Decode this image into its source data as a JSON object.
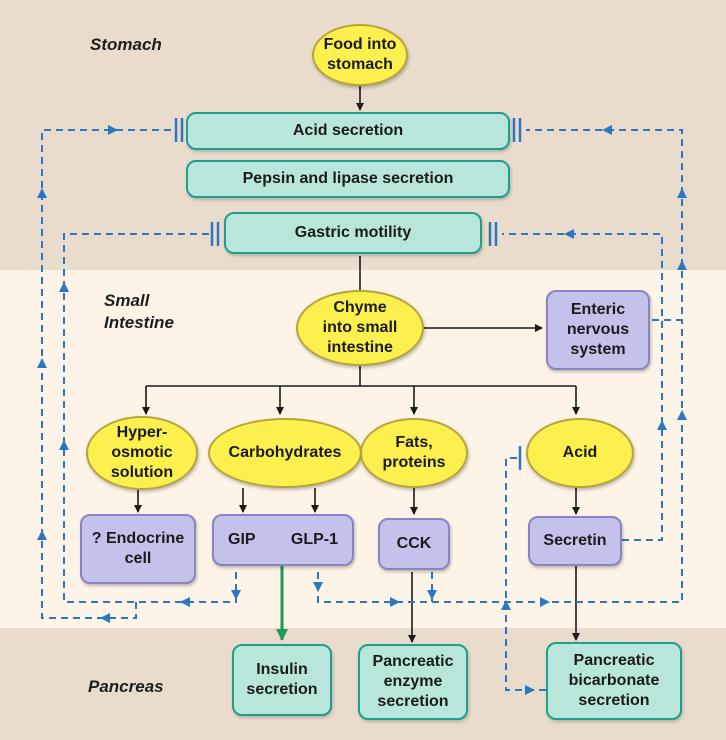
{
  "regions": {
    "stomach": "Stomach",
    "small_intestine_line1": "Small",
    "small_intestine_line2": "Intestine",
    "pancreas": "Pancreas"
  },
  "nodes": {
    "food_line1": "Food into",
    "food_line2": "stomach",
    "acid_secretion": "Acid secretion",
    "pepsin_lipase": "Pepsin and lipase secretion",
    "gastric_motility": "Gastric motility",
    "chyme_line1": "Chyme",
    "chyme_line2": "into small",
    "chyme_line3": "intestine",
    "enteric_line1": "Enteric",
    "enteric_line2": "nervous",
    "enteric_line3": "system",
    "hyperosmotic_line1": "Hyper-",
    "hyperosmotic_line2": "osmotic",
    "hyperosmotic_line3": "solution",
    "carbohydrates": "Carbohydrates",
    "fats_line1": "Fats,",
    "fats_line2": "proteins",
    "acid": "Acid",
    "endocrine_line1": "? Endocrine",
    "endocrine_line2": "cell",
    "gip": "GIP",
    "glp1": "GLP-1",
    "cck": "CCK",
    "secretin": "Secretin",
    "insulin_line1": "Insulin",
    "insulin_line2": "secretion",
    "enzyme_line1": "Pancreatic",
    "enzyme_line2": "enzyme",
    "enzyme_line3": "secretion",
    "bicarb_line1": "Pancreatic",
    "bicarb_line2": "bicarbonate",
    "bicarb_line3": "secretion"
  },
  "colors": {
    "stimulatory_arrow": "#1a1a1a",
    "inhibitory_pathway": "#2a78c2",
    "insulin_pathway": "#1e9a5a",
    "oval_fill": "#fbf04d",
    "teal_box_fill": "#b9e6da",
    "purple_box_fill": "#c4c1ea"
  }
}
